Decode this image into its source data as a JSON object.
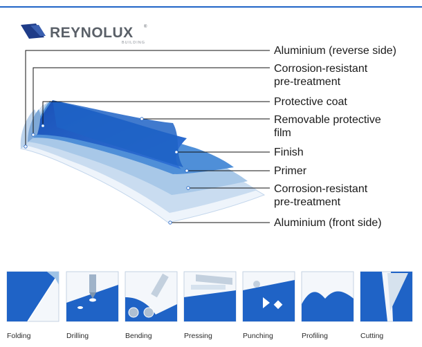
{
  "brand": {
    "name": "REYNOLUX",
    "registered": "®",
    "sub": "BUILDING"
  },
  "layers": [
    {
      "lines": [
        "Aluminium (reverse side)"
      ]
    },
    {
      "lines": [
        "Corrosion-resistant",
        "pre-treatment"
      ]
    },
    {
      "lines": [
        "Protective coat"
      ]
    },
    {
      "lines": [
        "Removable protective",
        "film"
      ]
    },
    {
      "lines": [
        "Finish"
      ]
    },
    {
      "lines": [
        "Primer"
      ]
    },
    {
      "lines": [
        "Corrosion-resistant",
        "pre-treatment"
      ]
    },
    {
      "lines": [
        "Aluminium (front side)"
      ]
    }
  ],
  "processes": [
    {
      "label": "Folding",
      "icon": "folding-icon"
    },
    {
      "label": "Drilling",
      "icon": "drilling-icon"
    },
    {
      "label": "Bending",
      "icon": "bending-icon"
    },
    {
      "label": "Pressing",
      "icon": "pressing-icon"
    },
    {
      "label": "Punching",
      "icon": "punching-icon"
    },
    {
      "label": "Profiling",
      "icon": "profiling-icon"
    },
    {
      "label": "Cutting",
      "icon": "cutting-icon"
    }
  ],
  "colors": {
    "accent": "#1f63c6",
    "dark_blue": "#1a4aa0",
    "light_blue": "#9fc3e6",
    "pale_blue": "#d8e7f5",
    "brand_navy": "#1f3c88"
  }
}
